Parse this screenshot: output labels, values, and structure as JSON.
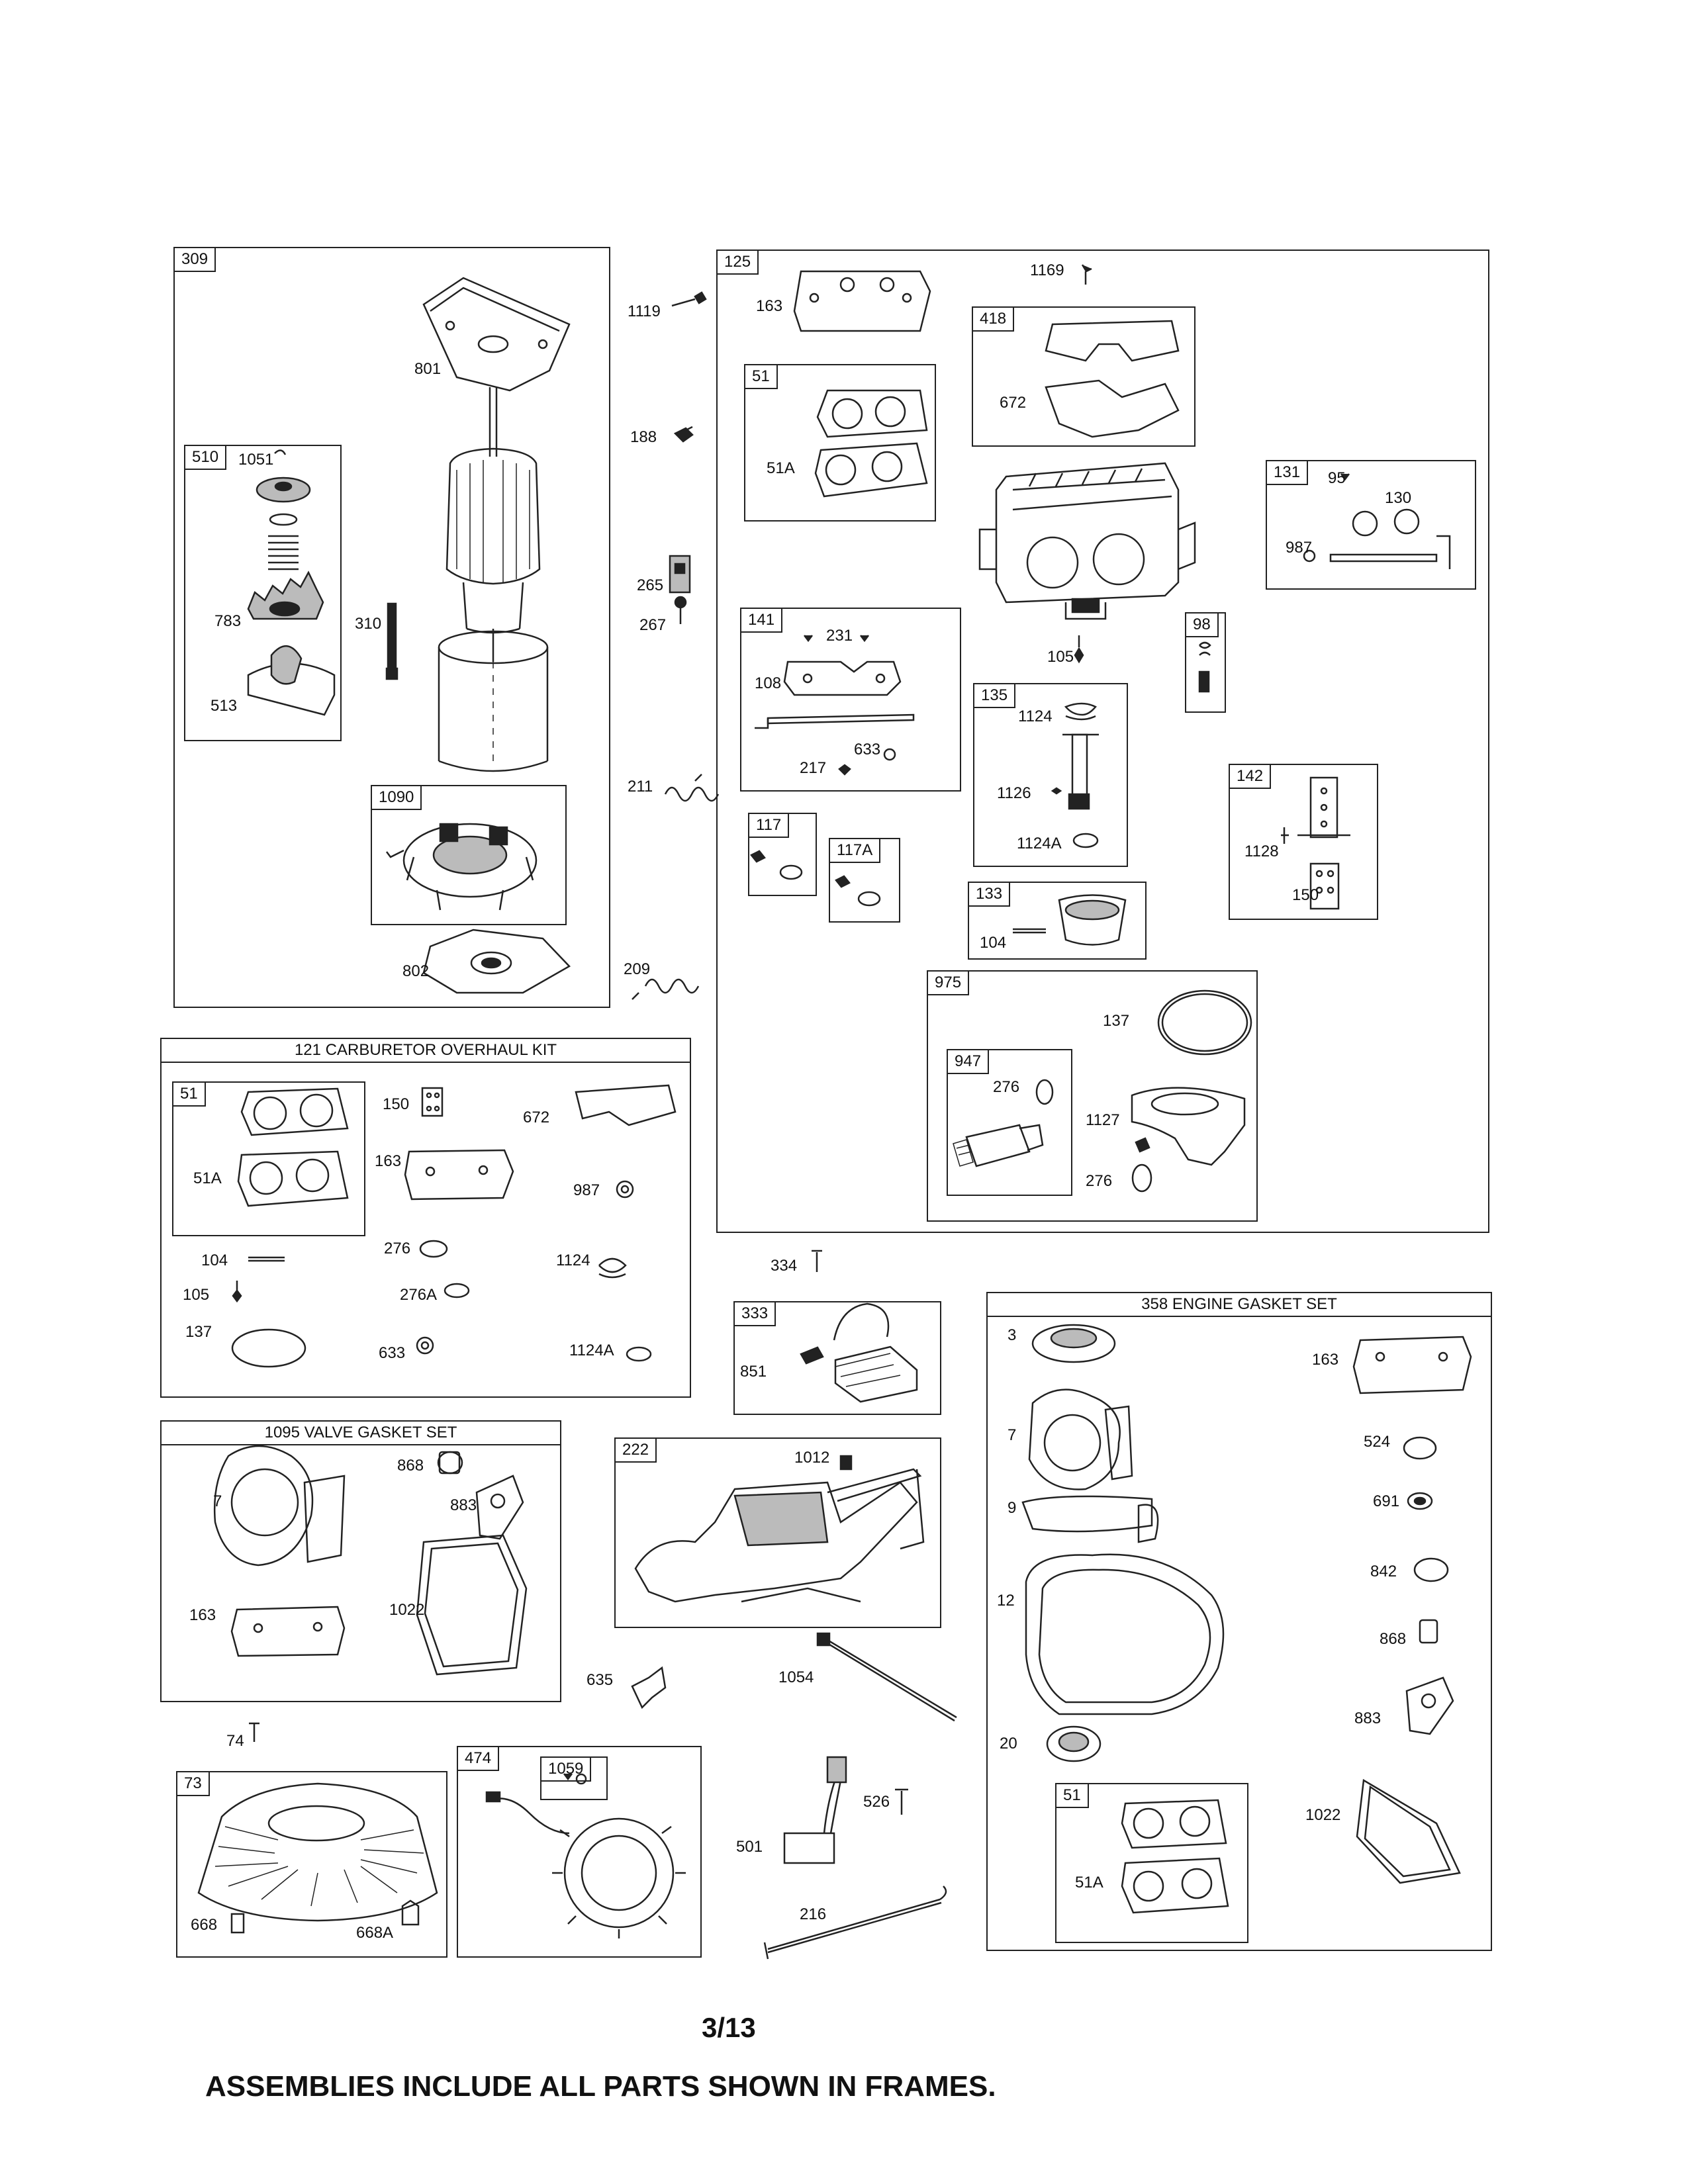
{
  "frames": {
    "f309": "309",
    "f510": "510",
    "f1090": "1090",
    "f125": "125",
    "f51a": "51",
    "f418": "418",
    "f131": "131",
    "f141": "141",
    "f135": "135",
    "f98": "98",
    "f142": "142",
    "f117": "117",
    "f117a": "117A",
    "f133": "133",
    "f975": "975",
    "f947": "947",
    "f51b": "51",
    "f333": "333",
    "f222": "222",
    "f73": "73",
    "f474": "474",
    "f1059": "1059",
    "f51c": "51"
  },
  "titles": {
    "carb": "121 CARBURETOR OVERHAUL KIT",
    "valve": "1095 VALVE GASKET SET",
    "engine": "358 ENGINE GASKET SET"
  },
  "labels": {
    "l801": "801",
    "l1051": "1051",
    "l783": "783",
    "l310": "310",
    "l513": "513",
    "l802": "802",
    "l1119": "1119",
    "l188": "188",
    "l265": "265",
    "l267": "267",
    "l211": "211",
    "l209": "209",
    "l163a": "163",
    "l1169": "1169",
    "l672a": "672",
    "l51Aa": "51A",
    "l95": "95",
    "l130": "130",
    "l987a": "987",
    "l231": "231",
    "l108": "108",
    "l633a": "633",
    "l217": "217",
    "l105a": "105",
    "l1124a": "1124",
    "l1126": "1126",
    "l1124Aa": "1124A",
    "l1128": "1128",
    "l150a": "150",
    "l104a": "104",
    "l137a": "137",
    "l276a": "276",
    "l1127": "1127",
    "l276b": "276",
    "l150b": "150",
    "l672b": "672",
    "l51Ab": "51A",
    "l163b": "163",
    "l987b": "987",
    "l104b": "104",
    "l276c": "276",
    "l1124b": "1124",
    "l105b": "105",
    "l276A": "276A",
    "l137b": "137",
    "l633b": "633",
    "l1124Ab": "1124A",
    "l334": "334",
    "l851": "851",
    "l1012": "1012",
    "l868a": "868",
    "l883a": "883",
    "l7a": "7",
    "l163c": "163",
    "l1022a": "1022",
    "l635": "635",
    "l1054": "1054",
    "l74": "74",
    "l668": "668",
    "l668A": "668A",
    "l526": "526",
    "l501": "501",
    "l216": "216",
    "l3": "3",
    "l163d": "163",
    "l7b": "7",
    "l524": "524",
    "l691": "691",
    "l9": "9",
    "l842": "842",
    "l12": "12",
    "l868b": "868",
    "l883b": "883",
    "l20": "20",
    "l1022b": "1022",
    "l51Ac": "51A"
  },
  "page_number": "3/13",
  "footer_note": "ASSEMBLIES INCLUDE ALL PARTS SHOWN IN FRAMES."
}
